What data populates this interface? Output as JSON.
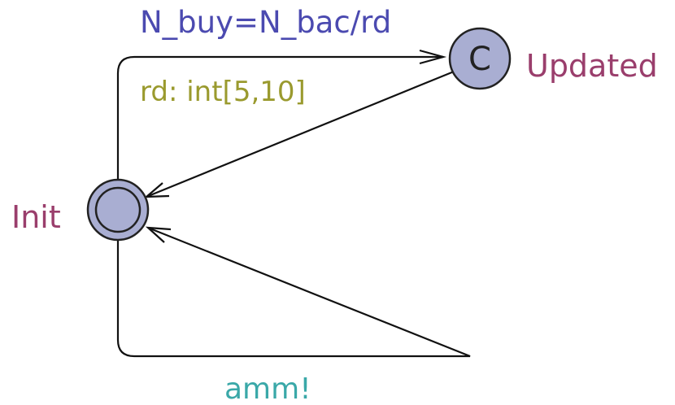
{
  "automaton": {
    "locations": {
      "init": {
        "name": "Init",
        "initial": true,
        "committed": false
      },
      "updated": {
        "name": "Updated",
        "initial": false,
        "committed": true,
        "committed_mark": "C"
      }
    },
    "edges": {
      "init_to_updated": {
        "select": "rd: int[5,10]",
        "update": "N_buy=N_bac/rd"
      },
      "updated_to_init": {},
      "loop_to_init": {
        "sync": "amm!"
      }
    }
  },
  "colors": {
    "location_fill": "#a9aed2",
    "location_stroke": "#222222",
    "edge_stroke": "#111111",
    "location_name": "#9a3e6c",
    "select_label": "#9a9a2e",
    "update_label": "#4b4ab0",
    "sync_label": "#3aa8a8"
  }
}
